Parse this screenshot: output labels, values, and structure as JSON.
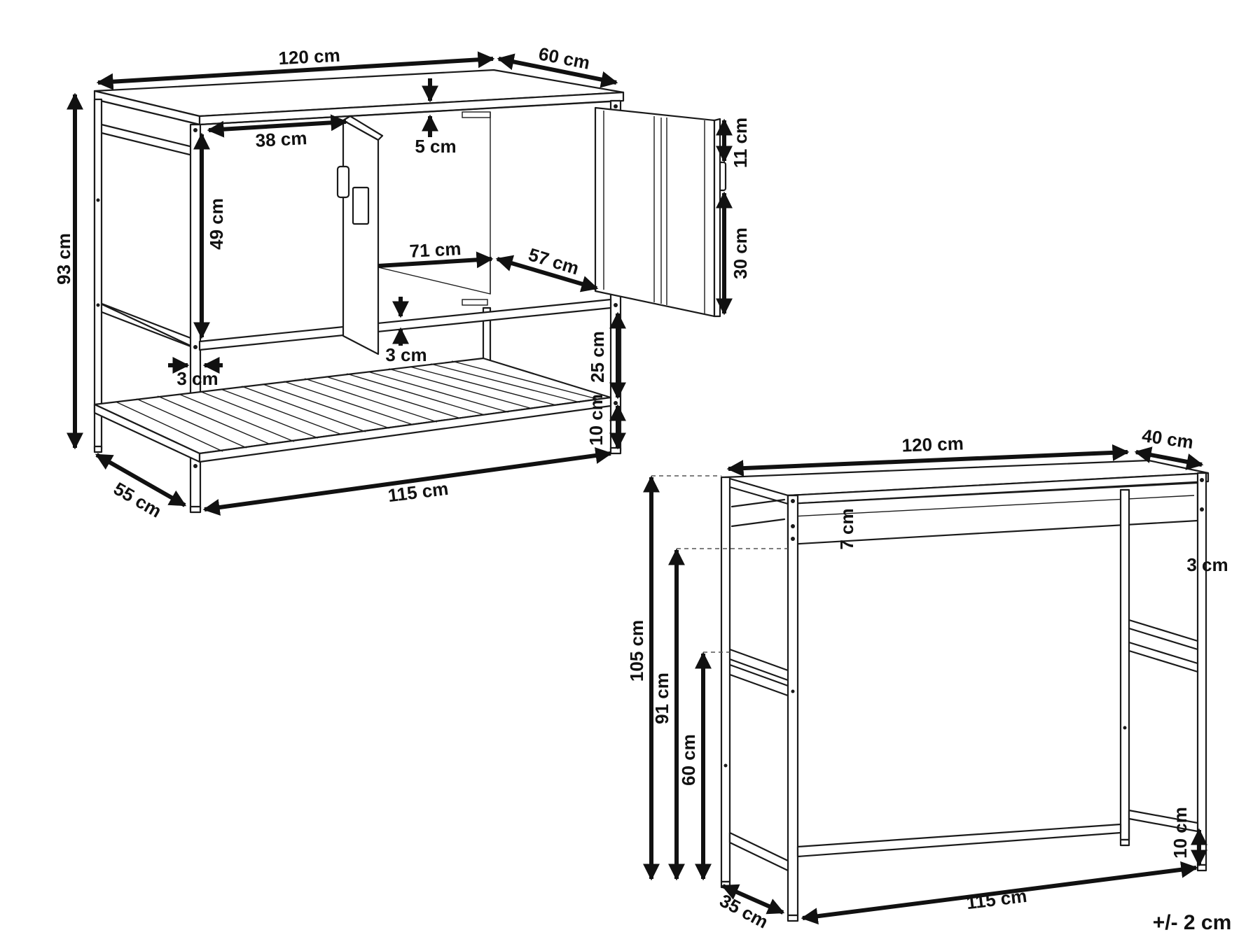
{
  "cabinet": {
    "width": "120 cm",
    "depth": "60 cm",
    "height": "93 cm",
    "inner_left_width": "38 cm",
    "top_thickness": "5 cm",
    "inner_height": "49 cm",
    "inner_width": "71 cm",
    "inner_depth": "57 cm",
    "door_top_gap": "11 cm",
    "door_handle_height": "30 cm",
    "shelf_thickness": "3 cm",
    "leg_width": "3 cm",
    "shelf_gap": "25 cm",
    "bottom_clearance": "10 cm",
    "base_depth": "55 cm",
    "base_width": "115 cm"
  },
  "table": {
    "width": "120 cm",
    "depth": "40 cm",
    "apron_height": "7 cm",
    "side_thickness": "3 cm",
    "height": "105 cm",
    "apron_bottom_height": "91 cm",
    "side_rail_height": "60 cm",
    "bottom_clearance": "10 cm",
    "base_depth": "35 cm",
    "base_width": "115 cm"
  },
  "tolerance": "+/- 2 cm"
}
